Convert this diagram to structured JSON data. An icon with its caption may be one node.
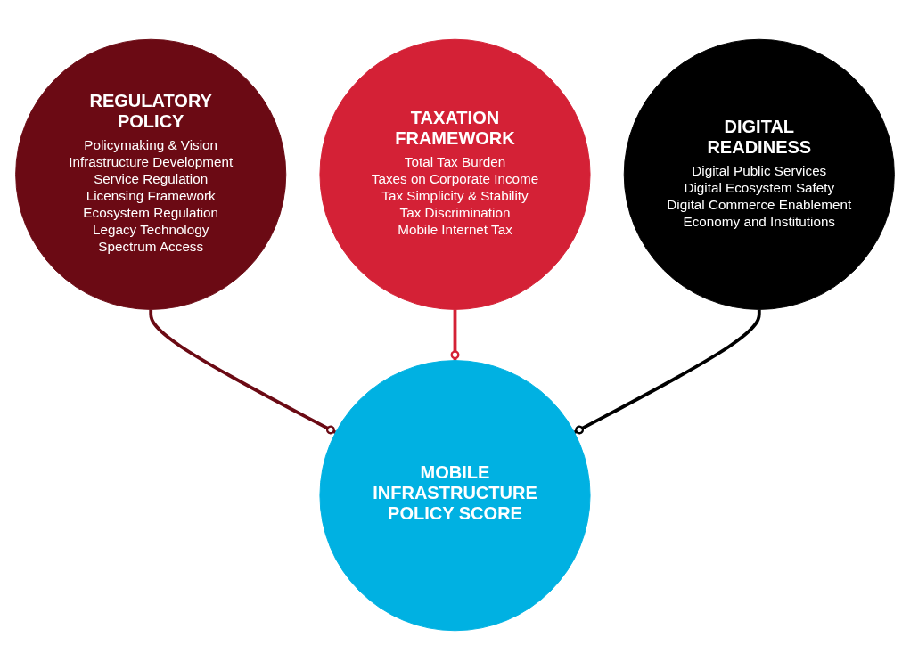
{
  "diagram": {
    "nodes": [
      {
        "text": [
          "REGULATORY POLICY",
          "Policymaking & Vision",
          "Infrastructure Development",
          "Service Regulation",
          "Licensing Framework",
          "Ecosystem Regulation",
          "Legacy Technology",
          "Spectrum Access"
        ]
      },
      {
        "text": [
          "TAXATION FRAMEWORK",
          "Total Tax Burden",
          "Taxes on Corporate Income",
          "Tax Simplicity & Stability",
          "Tax Discrimination",
          "Mobile Internet Tax"
        ]
      },
      {
        "text": [
          "MOBILE INFRASTRUCTURE POLICY SCORE"
        ]
      },
      {
        "text": [
          "DIGITAL READINESS",
          "Digital Public Services",
          "Digital Ecosystem Safety",
          "Digital Commerce Enablement",
          "Economy and Institutions"
        ]
      }
    ],
    "edges": [
      {
        "from": 0,
        "to": 2,
        "arrow": "other",
        "color": "#6b0a14"
      },
      {
        "from": 1,
        "to": 2,
        "arrow": "other",
        "color": "#d42136"
      },
      {
        "from": 3,
        "to": 2,
        "arrow": "other",
        "color": "#000000"
      }
    ]
  }
}
